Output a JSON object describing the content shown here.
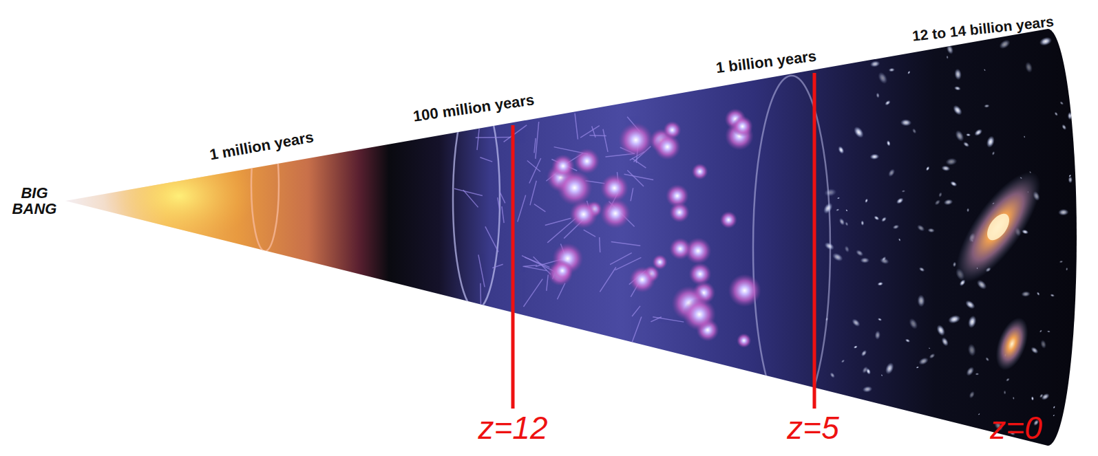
{
  "diagram": {
    "labels": [
      "BIG BANG",
      "1 million years",
      "100 million years",
      "1 billion years",
      "12 to 14 billion years",
      "z=12",
      "z=5",
      "z=0"
    ]
  }
}
